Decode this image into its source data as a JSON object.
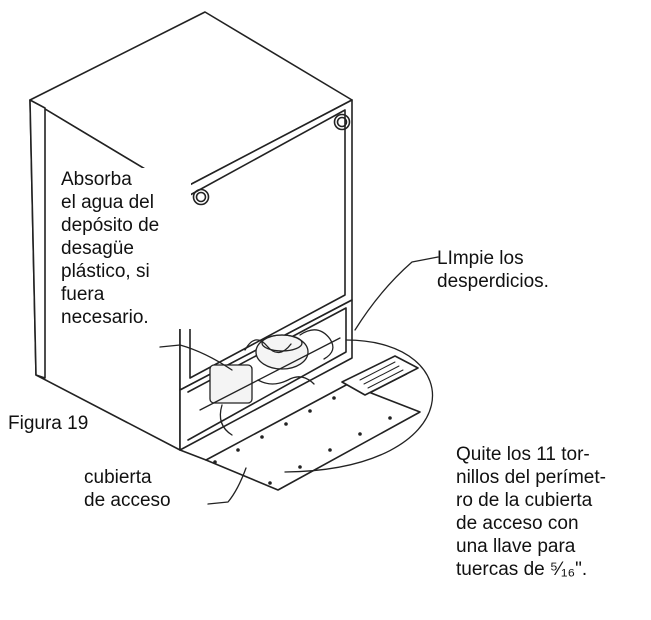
{
  "labels": {
    "absorb_water": "Absorba\nel agua del\ndepósito de\ndesagüe\nplástico, si\nfuera\nnecesario.",
    "clean_debris": "LImpie los\ndesperdicios.",
    "figure_caption": "Figura 19",
    "access_cover": "cubierta\nde acceso",
    "remove_screws": "Quite los 11 tor-\nnillos del perímet-\nro de la cubierta\nde acceso con\nuna llave para\ntuercas de ⁵⁄₁₆\"."
  }
}
